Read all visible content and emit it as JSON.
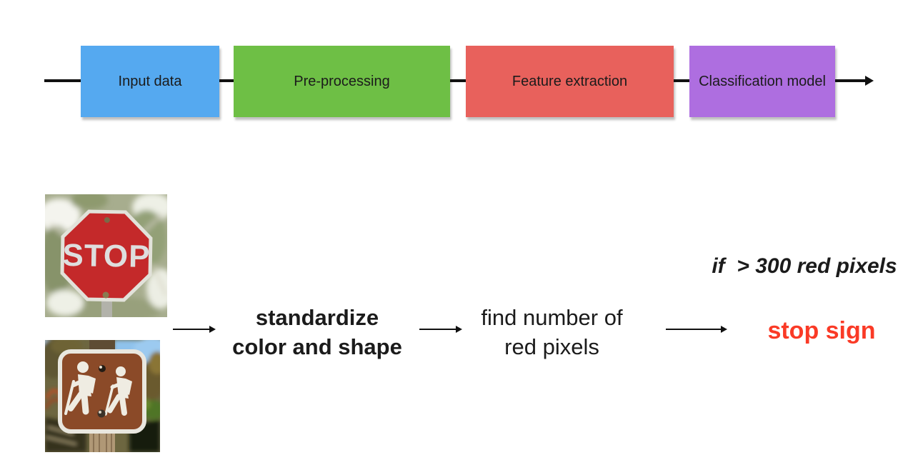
{
  "pipeline": {
    "boxes": [
      {
        "label": "Input data",
        "color": "#55a9f0"
      },
      {
        "label": "Pre-processing",
        "color": "#6ebf45"
      },
      {
        "label": "Feature extraction",
        "color": "#e8615c"
      },
      {
        "label": "Classification model",
        "color": "#ae6ee0"
      }
    ]
  },
  "example": {
    "stop_photo": {
      "sign_text": "STOP"
    },
    "step1": {
      "line1": "standardize",
      "line2": "color and shape"
    },
    "step2": {
      "line1": "find number of",
      "line2": "red pixels"
    },
    "condition": "if  > 300 red pixels",
    "result": {
      "label": "stop sign",
      "color": "#fa3a26"
    }
  }
}
